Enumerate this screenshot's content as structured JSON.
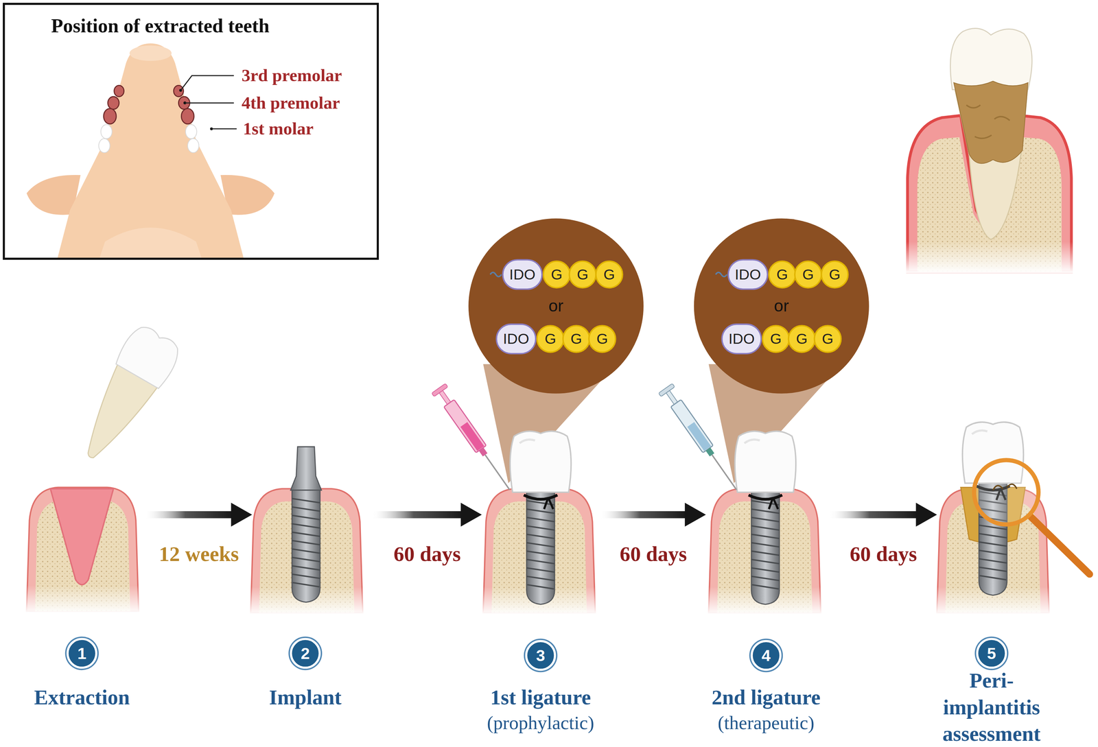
{
  "diagram": {
    "nodes": [
      {
        "text": [
          "Position of extracted teeth"
        ]
      },
      {
        "text": [
          "or"
        ]
      },
      {
        "text": [
          "IDO"
        ],
        "in": 1
      },
      {
        "text": [
          "G"
        ],
        "in": 1
      },
      {
        "text": [
          "G"
        ],
        "in": 1
      },
      {
        "text": [
          "G"
        ],
        "in": 1
      },
      {
        "text": [
          "IDO"
        ],
        "in": 1
      },
      {
        "text": [
          "G"
        ],
        "in": 1
      },
      {
        "text": [
          "G"
        ],
        "in": 1
      },
      {
        "text": [
          "G"
        ],
        "in": 1
      },
      {
        "text": [
          "or"
        ]
      },
      {
        "text": [
          "IDO"
        ],
        "in": 10
      },
      {
        "text": [
          "G"
        ],
        "in": 10
      },
      {
        "text": [
          "G"
        ],
        "in": 10
      },
      {
        "text": [
          "G"
        ],
        "in": 10
      },
      {
        "text": [
          "IDO"
        ],
        "in": 10
      },
      {
        "text": [
          "G"
        ],
        "in": 10
      },
      {
        "text": [
          "G"
        ],
        "in": 10
      },
      {
        "text": [
          "G"
        ],
        "in": 10
      },
      {
        "text": [
          "1",
          "Extraction"
        ]
      },
      {
        "text": [
          "2",
          "Implant"
        ]
      },
      {
        "text": [
          "3",
          "1st ligature",
          "(prophylactic)"
        ]
      },
      {
        "text": [
          "4",
          "2nd ligature",
          "(therapeutic)"
        ]
      },
      {
        "text": [
          "5",
          "Peri-implantitis assessment"
        ]
      }
    ],
    "edges": [
      {
        "from": 19,
        "to": 20,
        "arrow": "to",
        "label": "12 weeks"
      },
      {
        "from": 20,
        "to": 21,
        "arrow": "to",
        "label": "60 days"
      },
      {
        "from": 21,
        "to": 22,
        "arrow": "to",
        "label": "60 days"
      },
      {
        "from": 22,
        "to": 23,
        "arrow": "to",
        "label": "60 days"
      }
    ],
    "labels": [
      "3rd premolar",
      "4th premolar",
      "1st molar"
    ]
  }
}
